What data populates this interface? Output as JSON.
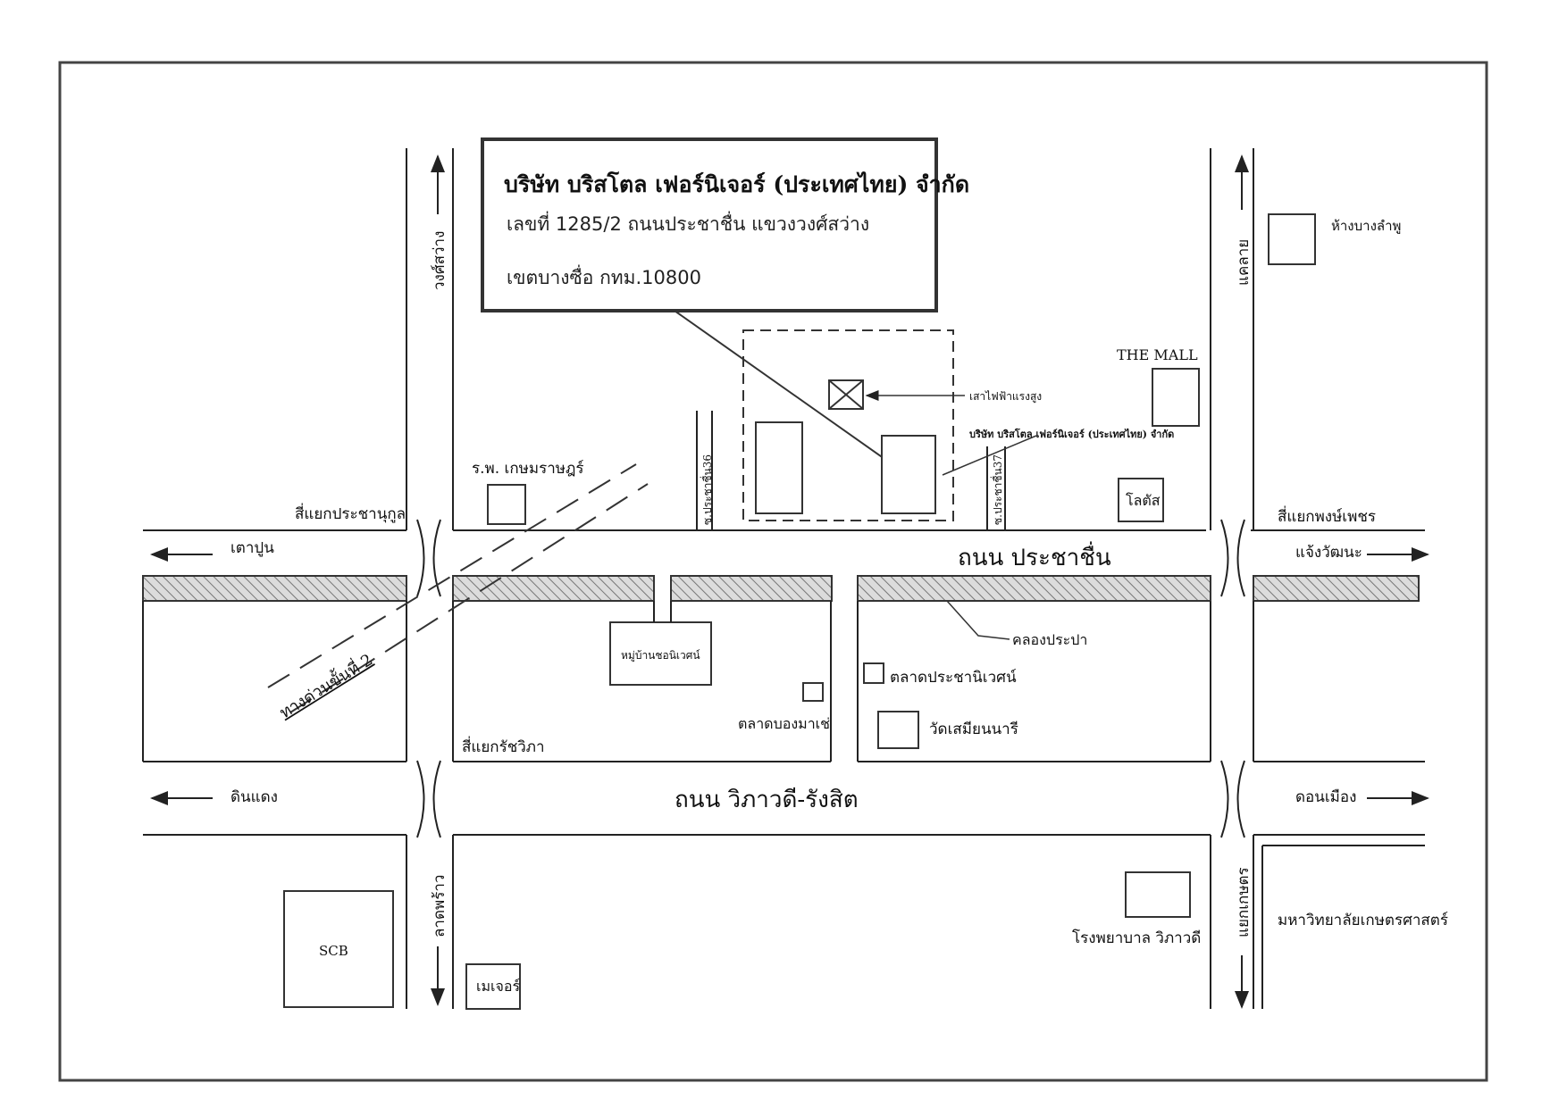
{
  "company_box": {
    "title": "บริษัท บริสโตล เฟอร์นิเจอร์ (ประเทศไทย) จำกัด",
    "address_line1": "เลขที่ 1285/2 ถนนประชาชื่น แขวงวงศ์สว่าง",
    "address_line2": "เขตบางซื่อ กทม.10800"
  },
  "roads": {
    "prachachuen": "ถนน ประชาชื่น",
    "vibhavadi": "ถนน วิภาวดี-รังสิต",
    "wongsawang": "วงศ์สว่าง",
    "lat_phrao": "ลาดพร้าว",
    "khae_rai": "แคลาย",
    "yaek_kaset": "แยกเกษตร",
    "soi_36": "ซ.ประชาชื่น36",
    "soi_37": "ซ.ประชาชื่น37",
    "expressway": "ทางด่วนขั้นที่ 2"
  },
  "directions": {
    "tao_pun": "เตาปูน",
    "chaeng_watthana": "แจ้งวัฒนะ",
    "din_daeng": "ดินแดง",
    "don_mueang": "ดอนเมือง"
  },
  "intersections": {
    "pracha_niwet": "สี่แยกประชานุกูล",
    "phong_phet": "สี่แยกพงษ์เพชร",
    "ratchawipha": "สี่แยกรัชวิภา"
  },
  "landmarks": {
    "kasemrad": "ร.พ. เกษมราษฎร์",
    "bang_lamphu": "ห้างบางลำพู",
    "the_mall": "THE MALL",
    "lotus": "โลตัส",
    "power_pole": "เสาไฟฟ้าแรงสูง",
    "company_small": "บริษัท บริสโตล เฟอร์นิเจอร์ (ประเทศไทย) จำกัด",
    "canal": "คลองประปา",
    "village": "หมู่บ้านชอนิเวศน์",
    "pracha_market": "ตลาดประชานิเวศน์",
    "bong_market": "ตลาดบองมาเช่",
    "temple": "วัดเสมียนนารี",
    "scb": "SCB",
    "major": "เมเจอร์",
    "vibhavadi_hospital": "โรงพยาบาล วิภาวดี",
    "kasetsart": "มหาวิทยาลัยเกษตรศาสตร์"
  }
}
